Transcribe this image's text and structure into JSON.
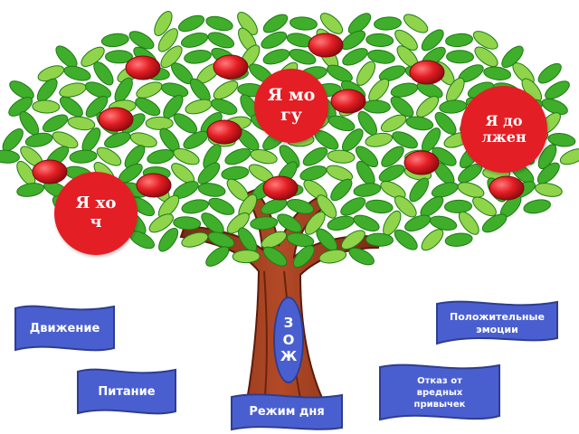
{
  "circles": {
    "mogu": "Я могу",
    "dolzhen": "Я должен",
    "hochu": "Я хоч"
  },
  "center_badge": "ЗОЖ",
  "banners": {
    "dvizhenie": "Движение",
    "pozitiv": "Положительные эмоции",
    "pitanie": "Питание",
    "otkaz": "Отказ от вредных привычек",
    "rezhim": "Режим дня"
  },
  "colors": {
    "leaf": "#3fae2a",
    "leaf_light": "#8fd44a",
    "apple": "#e31e24",
    "trunk": "#9b3a1f",
    "banner": "#4a5fcf"
  }
}
